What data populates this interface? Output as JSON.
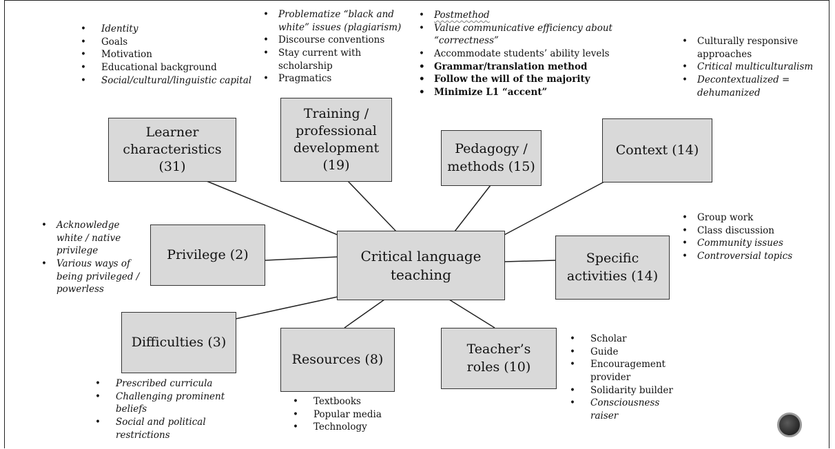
{
  "center": {
    "label": "Critical language teaching"
  },
  "nodes": {
    "learner": {
      "label": "Learner\ncharacteristics\n(31)"
    },
    "training": {
      "label": "Training /\nprofessional\ndevelopment\n(19)"
    },
    "pedagogy": {
      "label": "Pedagogy /\nmethods (15)"
    },
    "context": {
      "label": "Context (14)"
    },
    "privilege": {
      "label": "Privilege (2)"
    },
    "activities": {
      "label": "Specific\nactivities (14)"
    },
    "difficulties": {
      "label": "Difficulties (3)"
    },
    "resources": {
      "label": "Resources (8)"
    },
    "roles": {
      "label": "Teacher’s\nroles (10)"
    }
  },
  "notes": {
    "learner": [
      {
        "text": "Identity",
        "style": "italic"
      },
      {
        "text": "Goals",
        "style": "normal"
      },
      {
        "text": "Motivation",
        "style": "normal"
      },
      {
        "text": "Educational background",
        "style": "normal"
      },
      {
        "text": "Social/cultural/linguistic capital",
        "style": "italic"
      }
    ],
    "training": [
      {
        "text": "Problematize “black and white” issues (plagiarism)",
        "style": "italic"
      },
      {
        "text": "Discourse conventions",
        "style": "normal"
      },
      {
        "text": "Stay current with scholarship",
        "style": "normal"
      },
      {
        "text": "Pragmatics",
        "style": "normal"
      }
    ],
    "pedagogy": [
      {
        "text": "Postmethod",
        "style": "italic-underline"
      },
      {
        "text": "Value communicative efficiency about “correctness”",
        "style": "italic"
      },
      {
        "text": "Accommodate students’ ability levels",
        "style": "normal"
      },
      {
        "text": "Grammar/translation method",
        "style": "bold"
      },
      {
        "text": "Follow the will of the majority",
        "style": "bold"
      },
      {
        "text": "Minimize L1 “accent”",
        "style": "bold"
      }
    ],
    "context": [
      {
        "text": "Culturally responsive approaches",
        "style": "normal"
      },
      {
        "text": "Critical multiculturalism",
        "style": "italic"
      },
      {
        "text": "Decontextualized = dehumanized",
        "style": "italic"
      }
    ],
    "privilege": [
      {
        "text": "Acknowledge white / native privilege",
        "style": "italic"
      },
      {
        "text": "Various ways of being privileged / powerless",
        "style": "italic"
      }
    ],
    "activities": [
      {
        "text": "Group work",
        "style": "normal"
      },
      {
        "text": "Class discussion",
        "style": "normal"
      },
      {
        "text": "Community issues",
        "style": "italic"
      },
      {
        "text": "Controversial topics",
        "style": "italic"
      }
    ],
    "difficulties": [
      {
        "text": "Prescribed curricula",
        "style": "italic"
      },
      {
        "text": "Challenging prominent beliefs",
        "style": "italic"
      },
      {
        "text": "Social and political restrictions",
        "style": "italic"
      }
    ],
    "resources": [
      {
        "text": "Textbooks",
        "style": "normal"
      },
      {
        "text": "Popular media",
        "style": "normal"
      },
      {
        "text": "Technology",
        "style": "normal"
      }
    ],
    "roles": [
      {
        "text": "Scholar",
        "style": "normal"
      },
      {
        "text": "Guide",
        "style": "normal"
      },
      {
        "text": "Encouragement provider",
        "style": "normal"
      },
      {
        "text": "Solidarity builder",
        "style": "normal"
      },
      {
        "text": "Consciousness raiser",
        "style": "italic"
      }
    ]
  },
  "colors": {
    "box_fill": "#d9d9d9",
    "box_border": "#333333",
    "line": "#222222"
  }
}
